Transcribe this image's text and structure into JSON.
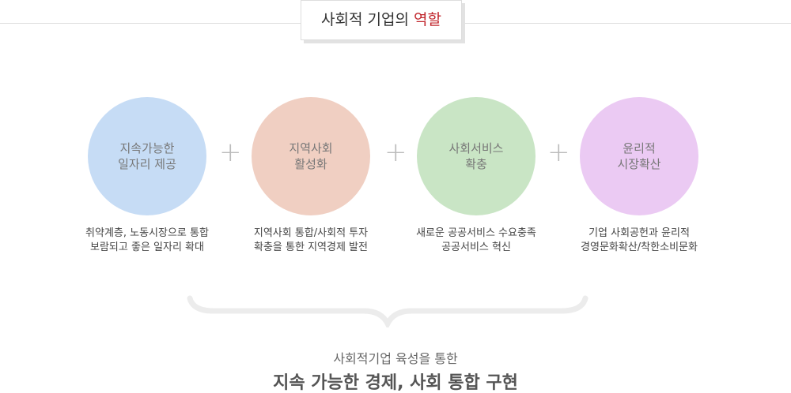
{
  "title": {
    "prefix": "사회적 기업의 ",
    "highlight": "역할"
  },
  "items": [
    {
      "circle": "지속가능한\n일자리 제공",
      "desc": "취약계층, 노동시장으로 통합\n보람되고 좋은 일자리 확대",
      "color": "#c6dcf5"
    },
    {
      "circle": "지역사회\n활성화",
      "desc": "지역사회 통합/사회적 투자\n확충을 통한 지역경제 발전",
      "color": "#f0cfc2"
    },
    {
      "circle": "사회서비스\n확충",
      "desc": "새로운 공공서비스 수요충족\n공공서비스 혁신",
      "color": "#c9e5c5"
    },
    {
      "circle": "윤리적\n시장확산",
      "desc": "기업 사회공헌과 윤리적\n경영문화확산/착한소비문화",
      "color": "#ebcaf3"
    }
  ],
  "plus": "+",
  "conclusion": {
    "sub": "사회적기업 육성을 통한",
    "main": "지속 가능한 경제, 사회 통합 구현"
  }
}
